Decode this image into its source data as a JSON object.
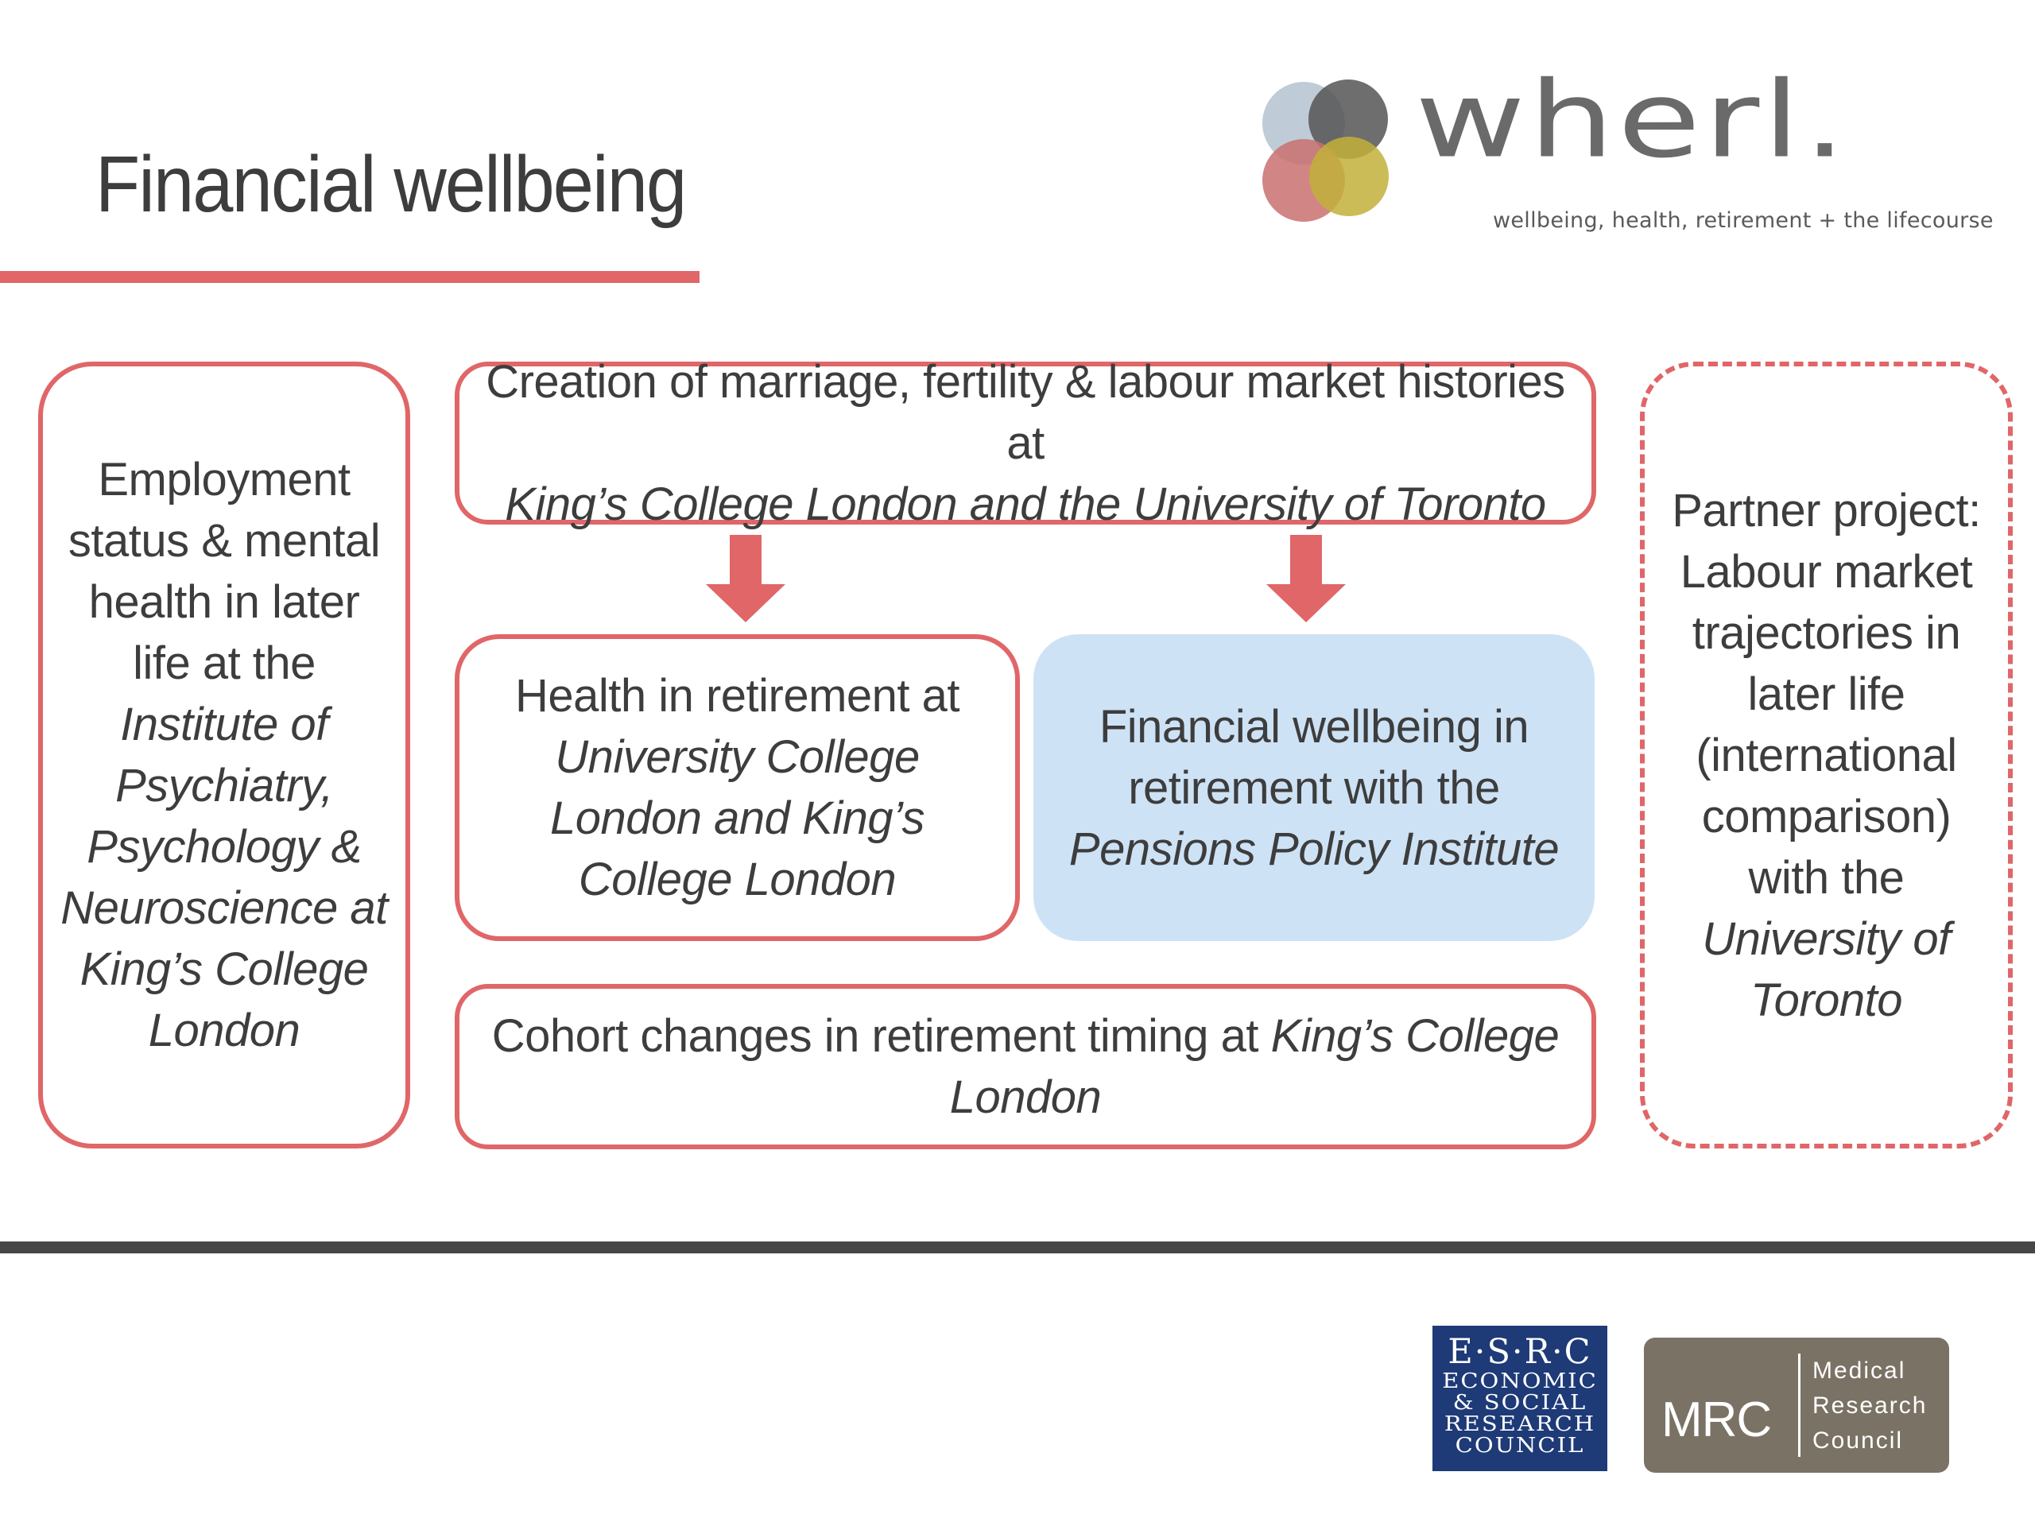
{
  "slide": {
    "title": "Financial wellbeing"
  },
  "logo": {
    "wordmark": "wherl.",
    "tagline": "wellbeing, health, retirement + the lifecourse",
    "circle_colors": [
      "#b4c2d0",
      "#6b6b6b",
      "#c97070",
      "#c2b03a"
    ]
  },
  "diagram": {
    "left_box": {
      "text": "Employment status & mental health in later life at the",
      "institution": "Institute of Psychiatry, Psychology & Neuroscience at King’s College London"
    },
    "top_box": {
      "text": "Creation of marriage, fertility & labour market histories at",
      "institution": "King’s College London and the University of Toronto"
    },
    "health_box": {
      "text": "Health in retirement at",
      "institution": "University College London and King’s College London"
    },
    "financial_box": {
      "text": "Financial wellbeing in retirement with the",
      "institution": "Pensions Policy Institute",
      "highlighted": true
    },
    "cohort_box": {
      "text": "Cohort changes in retirement timing at",
      "institution": "King’s College London"
    },
    "partner_box": {
      "text": "Partner project: Labour market trajectories in later life (international comparison) with the",
      "institution": "University of Toronto",
      "border": "dashed"
    }
  },
  "funders": {
    "esrc": {
      "abbr": "E·S·R·C",
      "lines": [
        "ECONOMIC",
        "& SOCIAL",
        "RESEARCH",
        "COUNCIL"
      ]
    },
    "mrc": {
      "abbr": "MRC",
      "lines": [
        "Medical",
        "Research",
        "Council"
      ]
    }
  },
  "colors": {
    "accent": "#e06668",
    "highlight": "#cee2f5",
    "text": "#3d3d3d",
    "rule": "#474747",
    "esrc_blue": "#1e3a77",
    "mrc_brown": "#7a7265"
  }
}
